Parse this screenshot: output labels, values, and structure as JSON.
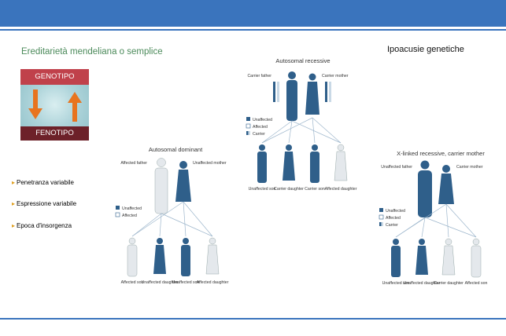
{
  "slide": {
    "subtitle": "Ereditarietà mendeliana o semplice",
    "title": "Ipoacusie genetiche"
  },
  "genotype_box": {
    "top_label": "GENOTIPO",
    "bottom_label": "FENOTIPO"
  },
  "bullets": [
    "Penetranza variabile",
    "Espressione variabile",
    "Epoca d'insorgenza"
  ],
  "diagrams": {
    "recessive": {
      "title": "Autosomal recessive",
      "parents": [
        "Carrier father",
        "Carrier mother"
      ],
      "legend": [
        "Unaffected",
        "Affected",
        "Carrier"
      ],
      "children": [
        "Unaffected son",
        "Carrier daughter",
        "Carrier son",
        "Affected daughter"
      ]
    },
    "dominant": {
      "title": "Autosomal dominant",
      "parents": [
        "Affected father",
        "Unaffected mother"
      ],
      "legend": [
        "Unaffected",
        "Affected"
      ],
      "children": [
        "Affected son",
        "Unaffected daughter",
        "Unaffected son",
        "Affected daughter"
      ]
    },
    "xlinked": {
      "title": "X-linked recessive, carrier mother",
      "parents": [
        "Unaffected father",
        "Carrier mother"
      ],
      "legend": [
        "Unaffected",
        "Affected",
        "Carrier"
      ],
      "children": [
        "Unaffected son",
        "Unaffected daughter",
        "Carrier daughter",
        "Affected son"
      ]
    }
  },
  "colors": {
    "header_bar": "#3a74bd",
    "affected": "#2f5f8a",
    "unaffected": "#e4e8ec",
    "subtitle_text": "#4b8a5a",
    "genotipo": "#c0414b",
    "fenotipo": "#6d2129",
    "arrow": "#e8741e"
  }
}
